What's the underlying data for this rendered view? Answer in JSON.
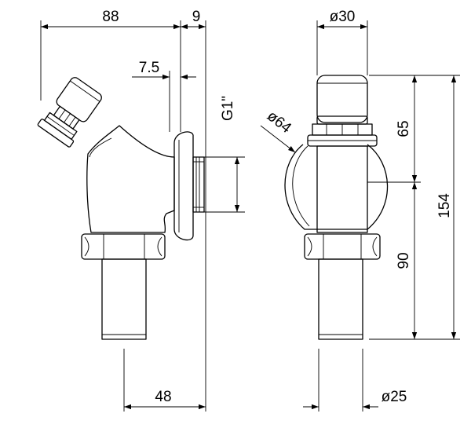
{
  "dimensions": {
    "overall_width_side": "88",
    "flange_thickness": "9",
    "flange_offset": "7.5",
    "thread": "G1\"",
    "spindle_projection": "48",
    "button_diameter": "ø30",
    "rosette_diameter": "ø64",
    "upper_height": "65",
    "lower_height": "90",
    "total_height": "154",
    "pipe_diameter": "ø25"
  }
}
